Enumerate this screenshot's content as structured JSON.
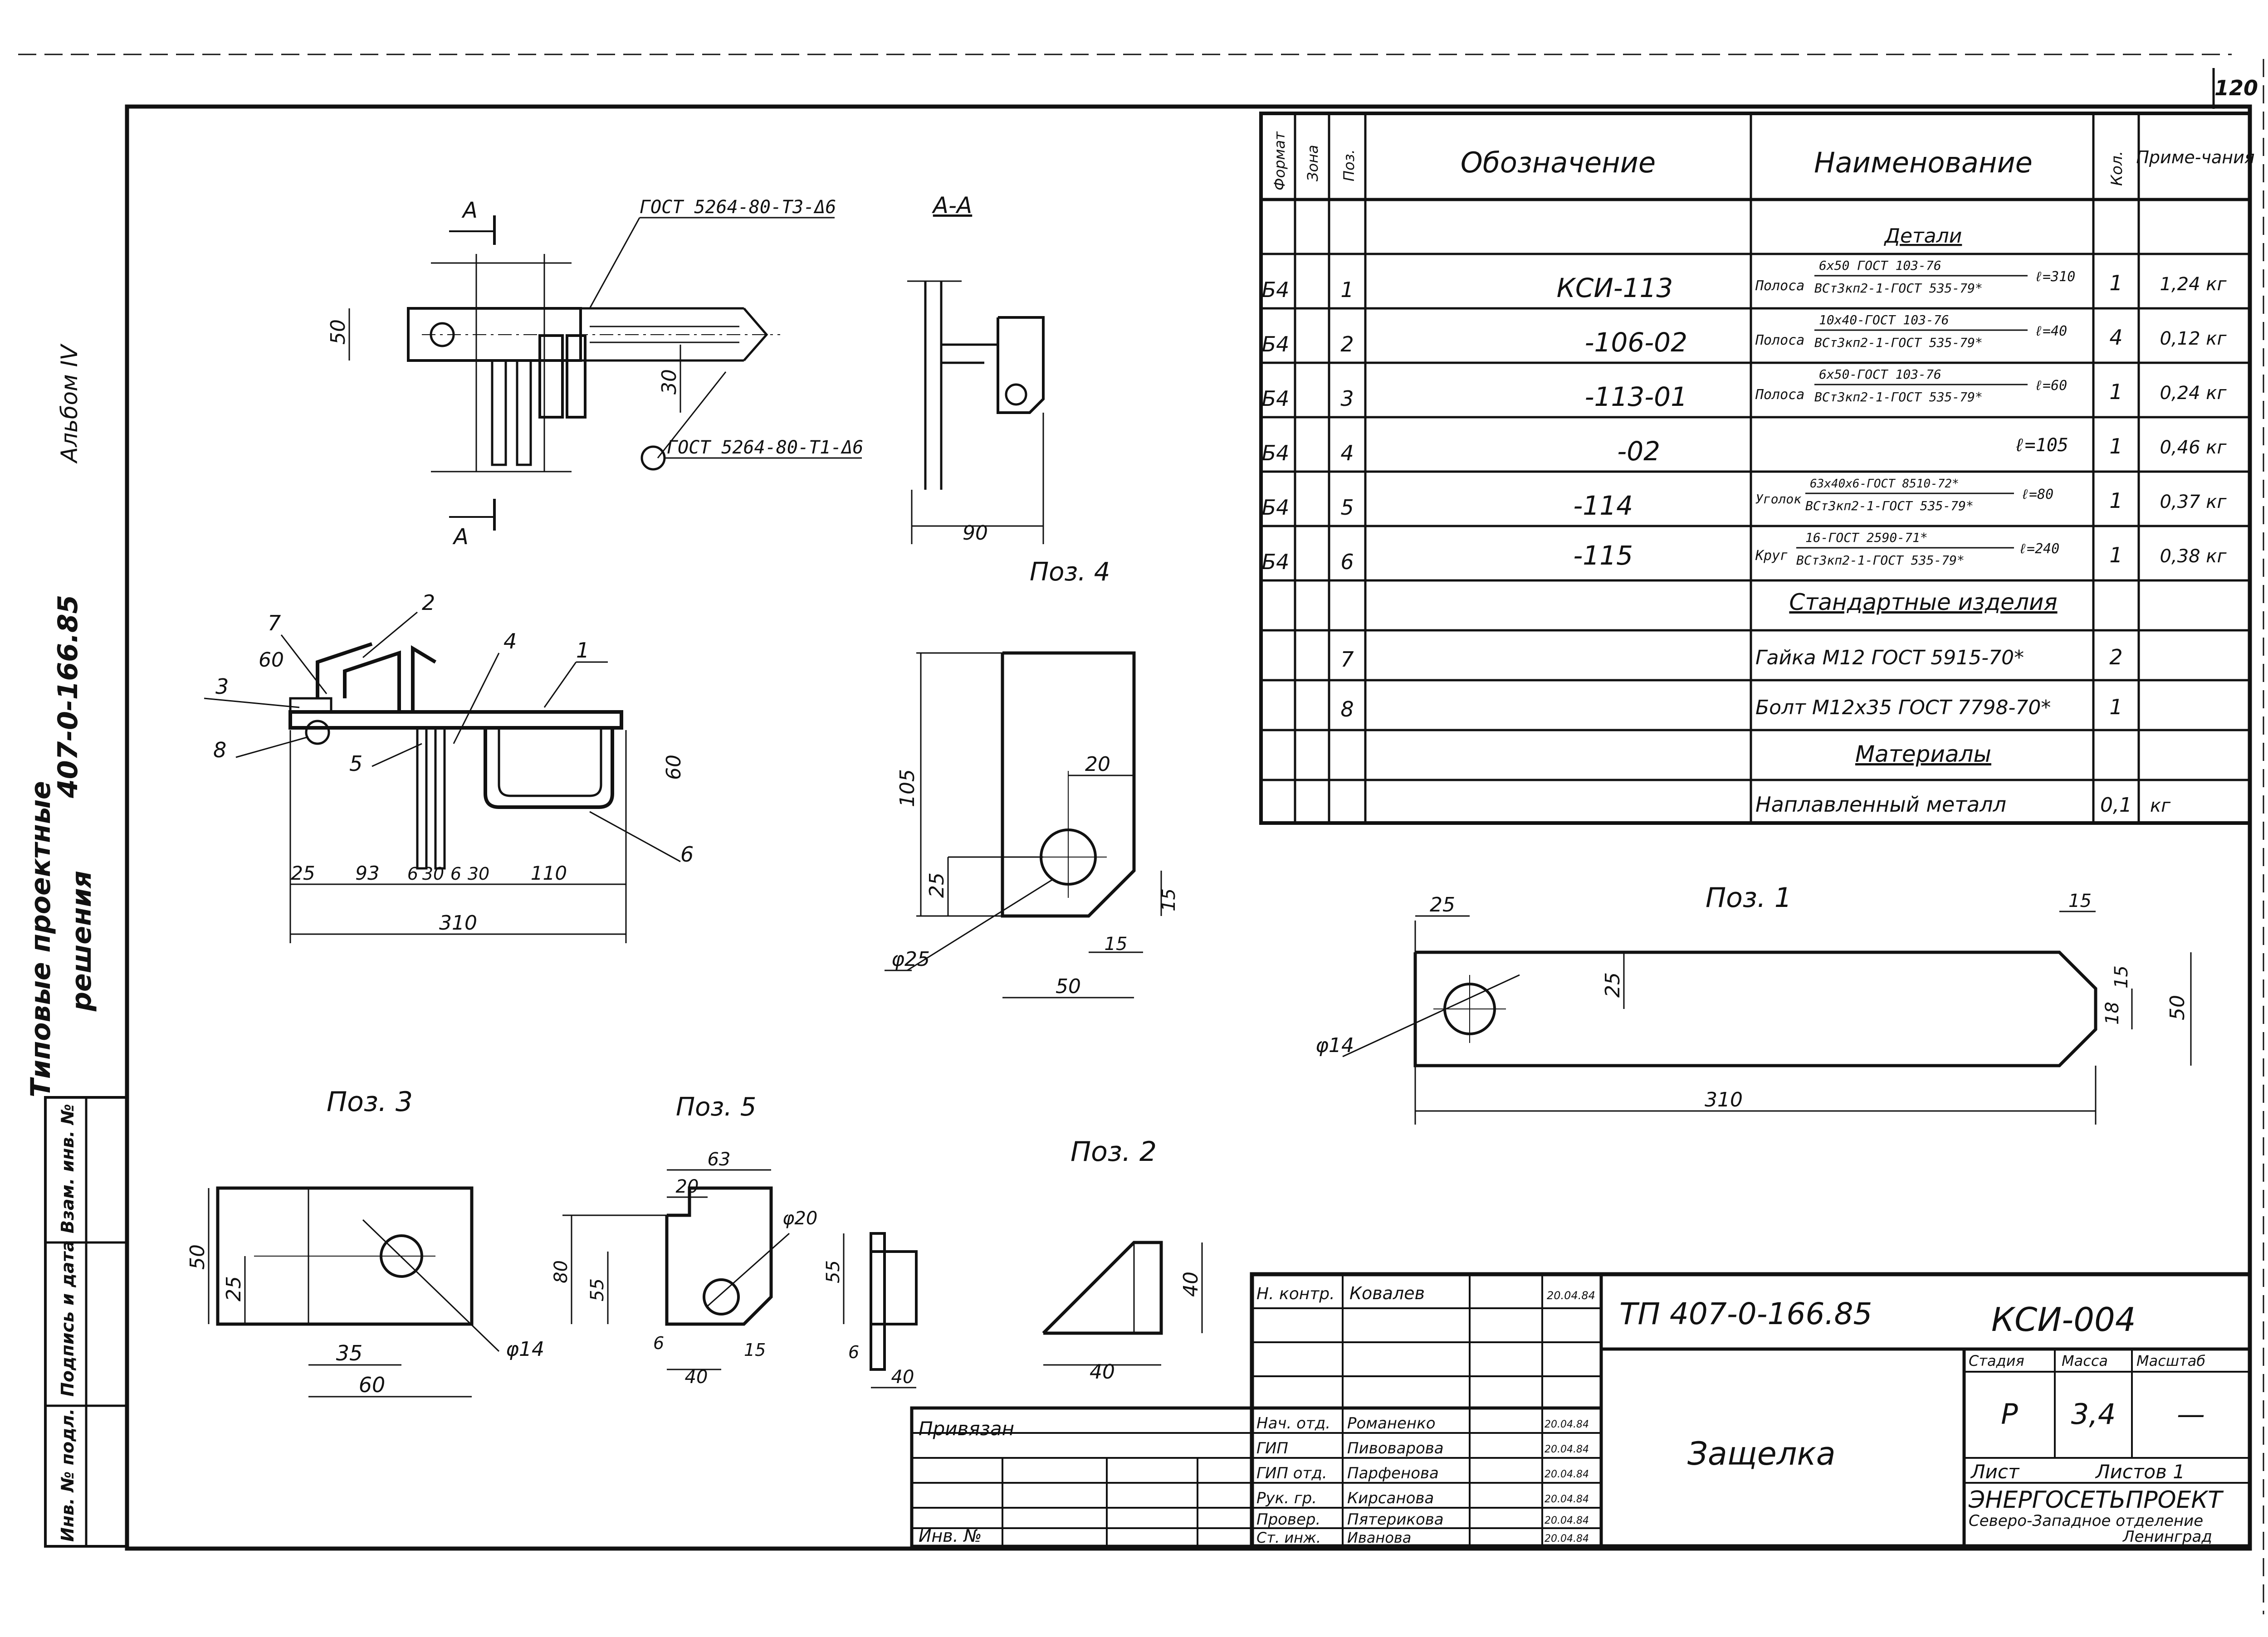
{
  "sheet_number": "120",
  "left_margin": {
    "series_title_1": "Типовые проектные",
    "series_title_2": "решения",
    "series_code": "407-0-166.85",
    "album": "Альбом IV",
    "stamp_labels": [
      "Инв. № подл.",
      "Подпись и дата",
      "Взам. инв. №"
    ]
  },
  "spec_table": {
    "headers": {
      "format": "Формат",
      "zone": "Зона",
      "pos": "Поз.",
      "designation": "Обозначение",
      "name": "Наименование",
      "qty": "Кол.",
      "note": "Приме-чания"
    },
    "section_details": "Детали",
    "section_standard": "Стандартные изделия",
    "section_materials": "Материалы",
    "rows": [
      {
        "format": "Б4",
        "pos": "1",
        "designation": "КСИ-113",
        "name_kind": "Полоса",
        "name_top": "6х50 ГОСТ 103-76",
        "name_bot": "ВСт3кп2-1-ГОСТ 535-79*",
        "name_len": "ℓ=310",
        "qty": "1",
        "note": "1,24 кг"
      },
      {
        "format": "Б4",
        "pos": "2",
        "designation": "-106-02",
        "name_kind": "Полоса",
        "name_top": "10х40-ГОСТ 103-76",
        "name_bot": "ВСт3кп2-1-ГОСТ 535-79*",
        "name_len": "ℓ=40",
        "qty": "4",
        "note": "0,12 кг"
      },
      {
        "format": "Б4",
        "pos": "3",
        "designation": "-113-01",
        "name_kind": "Полоса",
        "name_top": "6х50-ГОСТ 103-76",
        "name_bot": "ВСт3кп2-1-ГОСТ 535-79*",
        "name_len": "ℓ=60",
        "qty": "1",
        "note": "0,24 кг"
      },
      {
        "format": "Б4",
        "pos": "4",
        "designation": "-02",
        "name_kind": "",
        "name_top": "",
        "name_bot": "",
        "name_len": "ℓ=105",
        "qty": "1",
        "note": "0,46 кг"
      },
      {
        "format": "Б4",
        "pos": "5",
        "designation": "-114",
        "name_kind": "Уголок",
        "name_top": "63х40х6-ГОСТ 8510-72*",
        "name_bot": "ВСт3кп2-1-ГОСТ 535-79*",
        "name_len": "ℓ=80",
        "qty": "1",
        "note": "0,37 кг"
      },
      {
        "format": "Б4",
        "pos": "6",
        "designation": "-115",
        "name_kind": "Круг",
        "name_top": "16-ГОСТ 2590-71*",
        "name_bot": "ВСт3кп2-1-ГОСТ 535-79*",
        "name_len": "ℓ=240",
        "qty": "1",
        "note": "0,38 кг"
      }
    ],
    "std_rows": [
      {
        "pos": "7",
        "name": "Гайка М12 ГОСТ 5915-70*",
        "qty": "2"
      },
      {
        "pos": "8",
        "name": "Болт М12х35 ГОСТ 7798-70*",
        "qty": "1"
      }
    ],
    "material_row": {
      "name": "Наплавленный металл",
      "qty": "0,1",
      "unit": "кг"
    }
  },
  "views": {
    "weld_1": "ГОСТ 5264-80-Т3-Δ6",
    "weld_2": "ГОСТ 5264-80-Т1-Δ6",
    "section_mark": "А",
    "section_title": "А-А",
    "poz1": "Поз. 1",
    "poz2": "Поз. 2",
    "poz3": "Поз. 3",
    "poz4": "Поз. 4",
    "poz5": "Поз. 5"
  },
  "dims": {
    "d_50": "50",
    "d_30": "30",
    "d_90": "90",
    "d_60": "60",
    "d_80": "80",
    "d_25": "25",
    "d_93": "93",
    "d_6": "6",
    "d_110": "110",
    "d_310": "310",
    "d_105": "105",
    "d_20": "20",
    "d_15": "15",
    "d_phi25": "φ25",
    "d_phi14": "φ14",
    "d_phi20": "φ20",
    "d_35": "35",
    "d_63": "63",
    "d_55": "55",
    "d_40": "40",
    "d_18": "18"
  },
  "pos_labels": [
    "1",
    "2",
    "3",
    "4",
    "5",
    "6",
    "7",
    "8"
  ],
  "title_block": {
    "drawing_code": "ТП 407-0-166.85",
    "mark": "КСИ-004",
    "title": "Защелка",
    "stage_label": "Стадия",
    "mass_label": "Масса",
    "scale_label": "Масштаб",
    "stage": "Р",
    "mass": "3,4",
    "scale": "—",
    "sheet_label": "Лист",
    "sheets_label": "Листов 1",
    "org_1": "ЭНЕРГОСЕТЬПРОЕКТ",
    "org_2": "Северо-Западное отделение",
    "org_3": "Ленинград",
    "bound_label": "Привязан",
    "inv_label": "Инв. №",
    "staff": [
      {
        "role": "Н. контр.",
        "name": "Ковалев",
        "date": "20.04.84"
      },
      {
        "role": "Нач. отд.",
        "name": "Романенко",
        "date": "20.04.84"
      },
      {
        "role": "ГИП",
        "name": "Пивоварова",
        "date": "20.04.84"
      },
      {
        "role": "ГИП отд.",
        "name": "Парфенова",
        "date": "20.04.84"
      },
      {
        "role": "Рук. гр.",
        "name": "Кирсанова",
        "date": "20.04.84"
      },
      {
        "role": "Провер.",
        "name": "Пятерикова",
        "date": "20.04.84"
      },
      {
        "role": "Ст. инж.",
        "name": "Иванова",
        "date": "20.04.84"
      }
    ]
  }
}
